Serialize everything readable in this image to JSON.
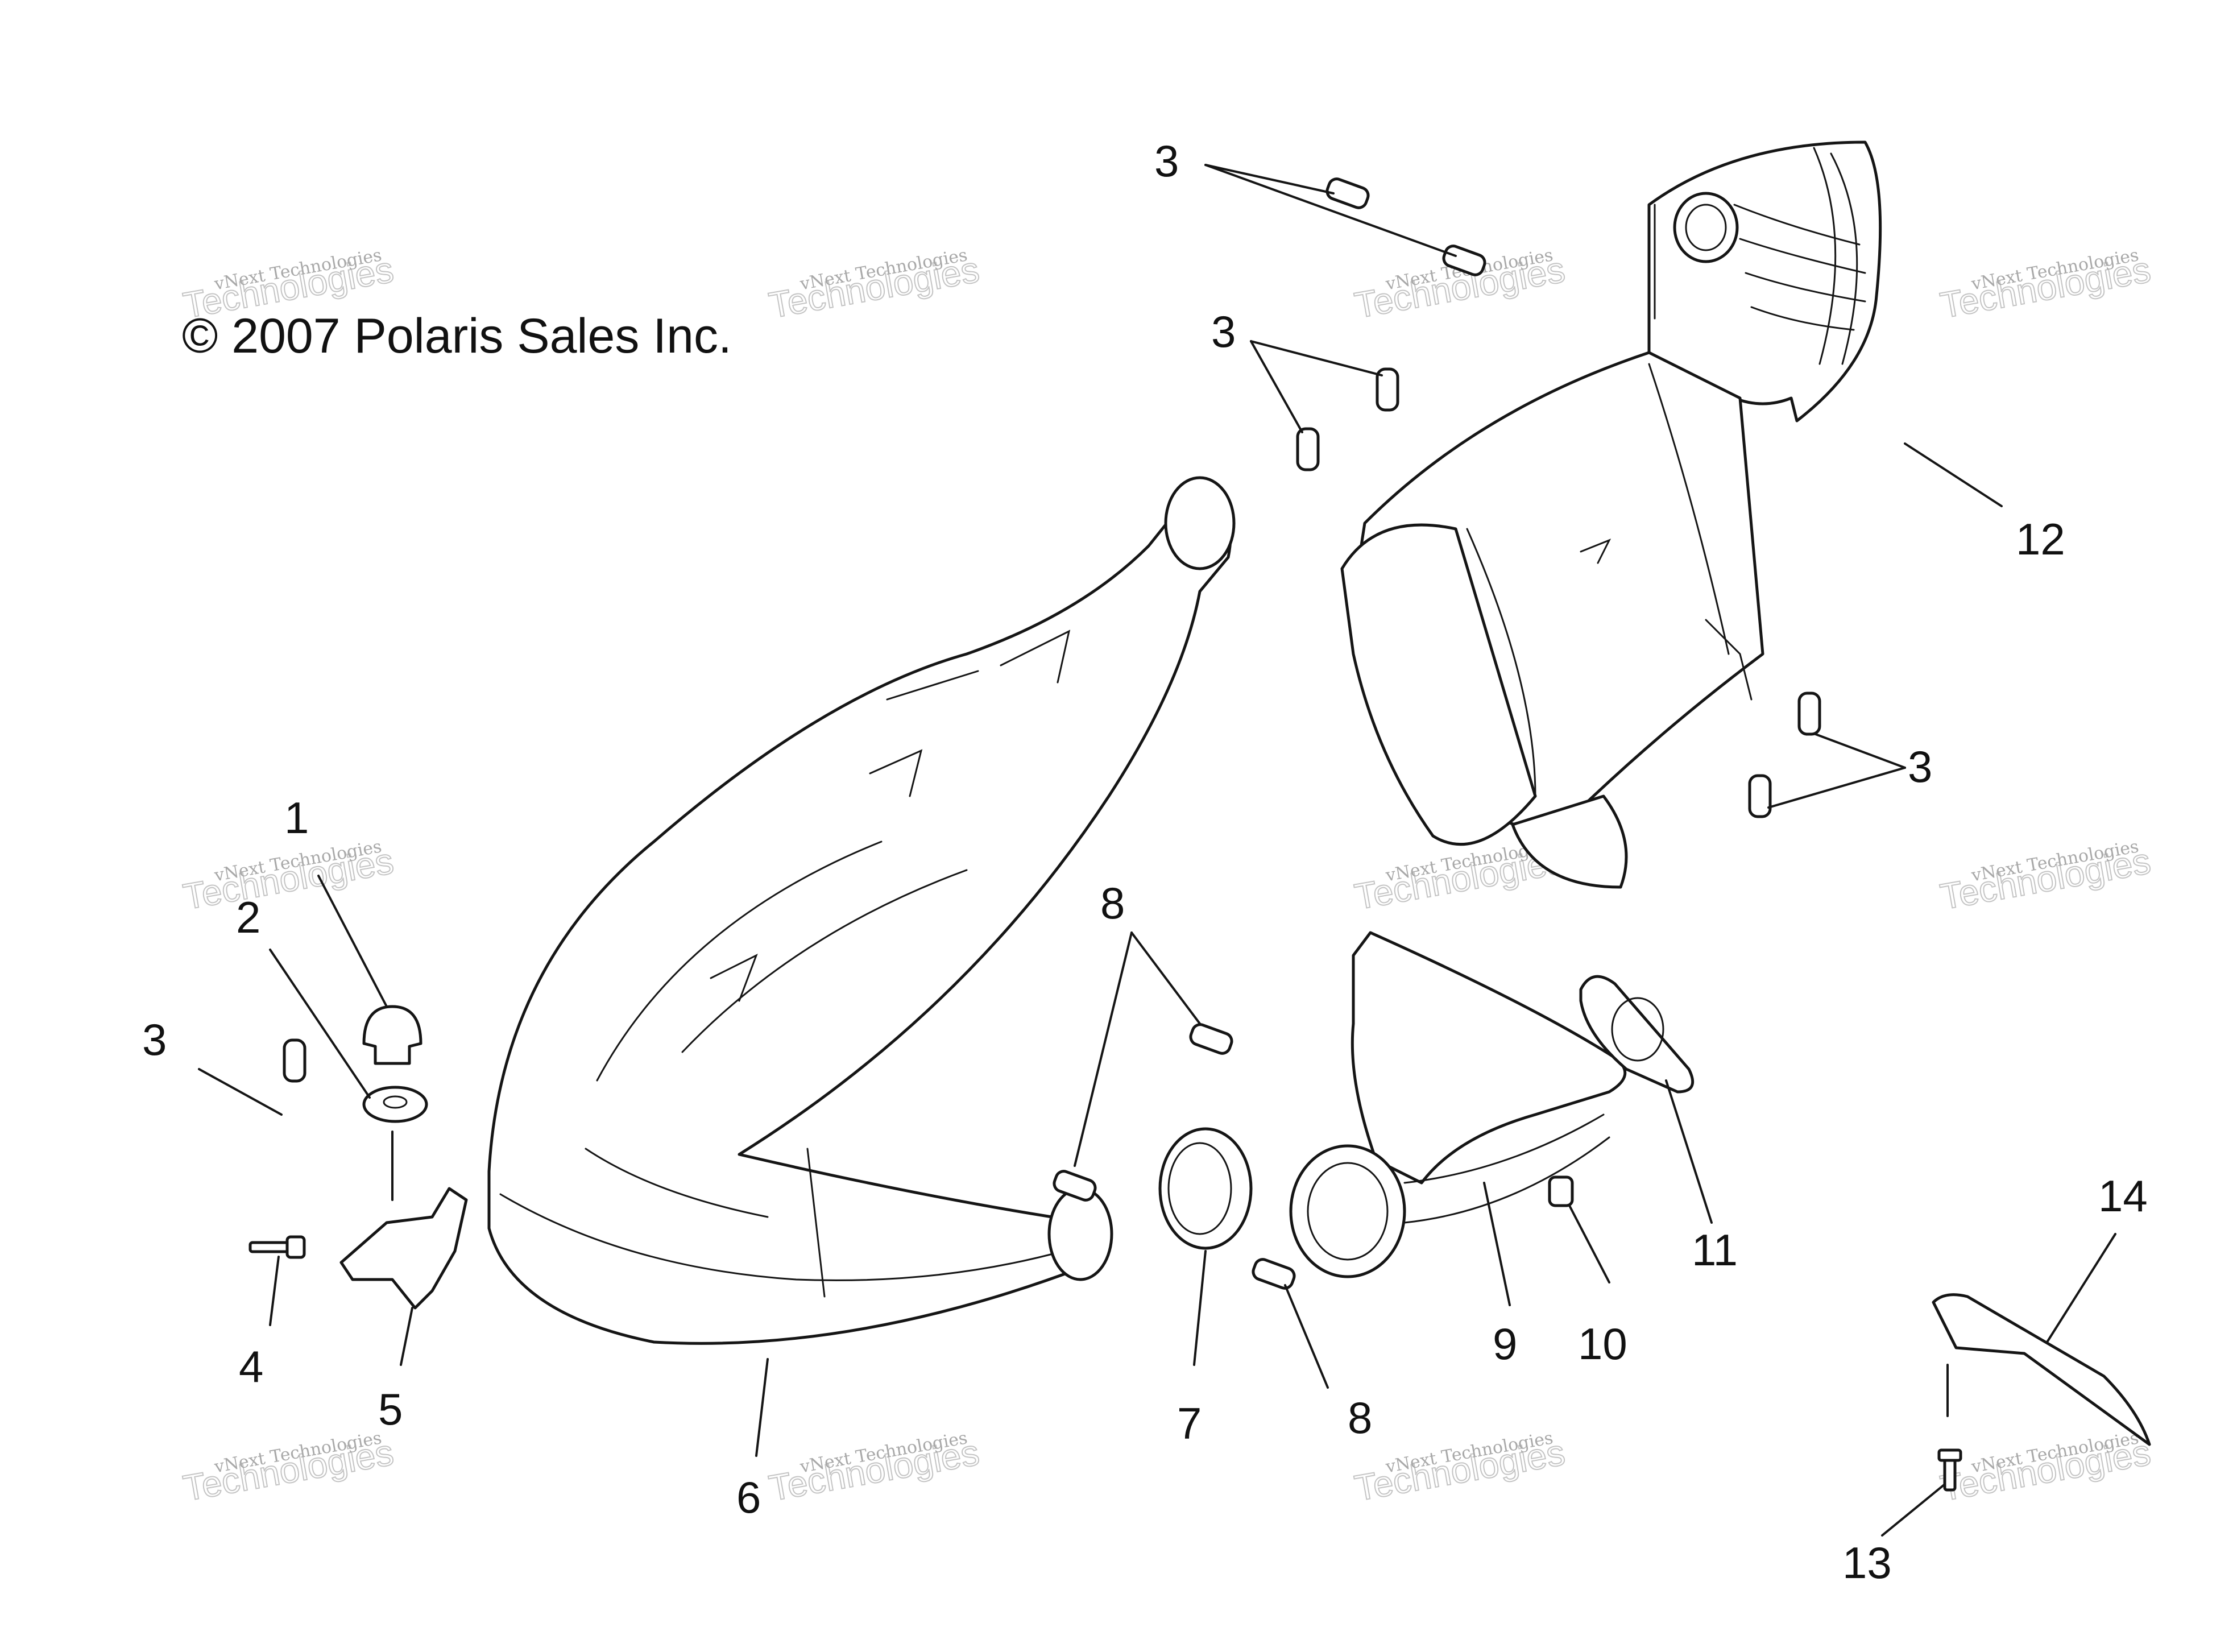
{
  "copyright": "© 2007 Polaris Sales Inc.",
  "watermark": {
    "line1": "vNext Technologies",
    "line2": "Technologies",
    "line3": "vNext"
  },
  "callouts": {
    "c1": "1",
    "c2": "2",
    "c3a": "3",
    "c3b": "3",
    "c3c": "3",
    "c3d": "3",
    "c4": "4",
    "c5": "5",
    "c6": "6",
    "c7": "7",
    "c8a": "8",
    "c8b": "8",
    "c9": "9",
    "c10": "10",
    "c11": "11",
    "c12": "12",
    "c13": "13",
    "c14": "14"
  }
}
